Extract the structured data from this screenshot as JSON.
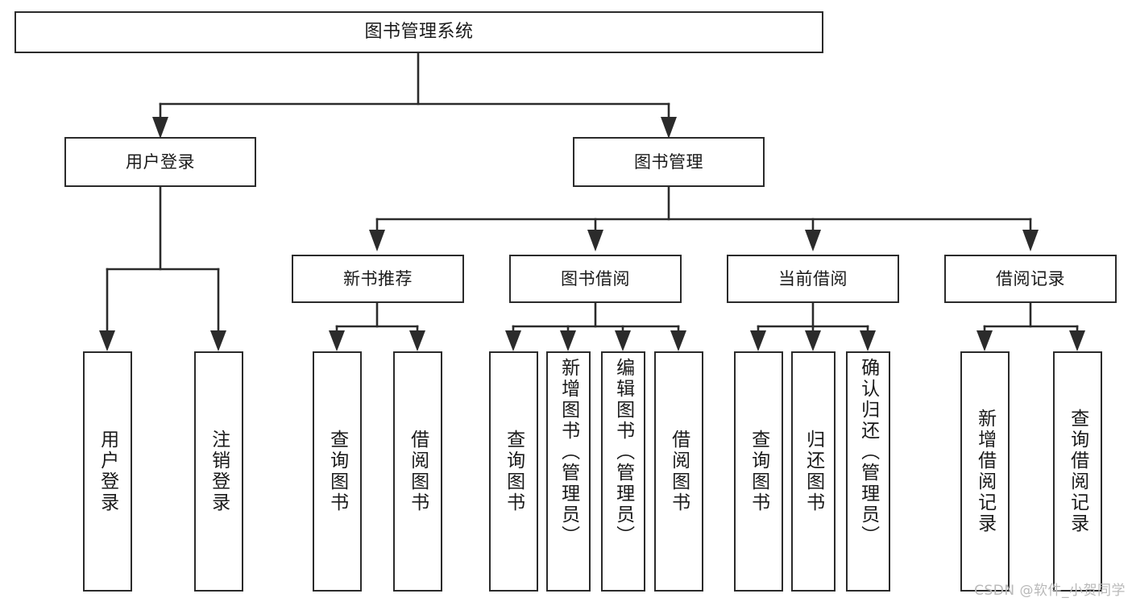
{
  "diagram": {
    "type": "tree",
    "title": "图书管理系统",
    "watermark": "CSDN @软件_小贺同学",
    "colors": {
      "box_border": "#2b2b2b",
      "box_fill": "#ffffff",
      "connector": "#2b2b2b",
      "text": "#1a1a1a",
      "watermark": "#b9b9b9",
      "background": "#ffffff"
    },
    "nodes": {
      "root": {
        "label": "图书管理系统"
      },
      "level2": [
        {
          "id": "user-login",
          "label": "用户登录"
        },
        {
          "id": "book-manage",
          "label": "图书管理"
        }
      ],
      "level3": [
        {
          "id": "new-book-recommend",
          "label": "新书推荐"
        },
        {
          "id": "book-borrow",
          "label": "图书借阅"
        },
        {
          "id": "current-borrow",
          "label": "当前借阅"
        },
        {
          "id": "borrow-record",
          "label": "借阅记录"
        }
      ],
      "leaves": {
        "user_login": [
          {
            "id": "leaf-user-login",
            "label": "用户登录"
          },
          {
            "id": "leaf-logout-login",
            "label": "注销登录"
          }
        ],
        "new_book_recommend": [
          {
            "id": "leaf-query-book-1",
            "label": "查询图书"
          },
          {
            "id": "leaf-borrow-book-1",
            "label": "借阅图书"
          }
        ],
        "book_borrow": [
          {
            "id": "leaf-query-book-2",
            "label": "查询图书"
          },
          {
            "id": "leaf-add-book",
            "label": "新增图书（管理员）"
          },
          {
            "id": "leaf-edit-book",
            "label": "编辑图书（管理员）"
          },
          {
            "id": "leaf-borrow-book-2",
            "label": "借阅图书"
          }
        ],
        "current_borrow": [
          {
            "id": "leaf-query-book-3",
            "label": "查询图书"
          },
          {
            "id": "leaf-return-book",
            "label": "归还图书"
          },
          {
            "id": "leaf-confirm-return",
            "label": "确认归还（管理员）"
          }
        ],
        "borrow_record": [
          {
            "id": "leaf-add-borrow-record",
            "label": "新增借阅记录"
          },
          {
            "id": "leaf-query-borrow-record",
            "label": "查询借阅记录"
          }
        ]
      }
    }
  }
}
